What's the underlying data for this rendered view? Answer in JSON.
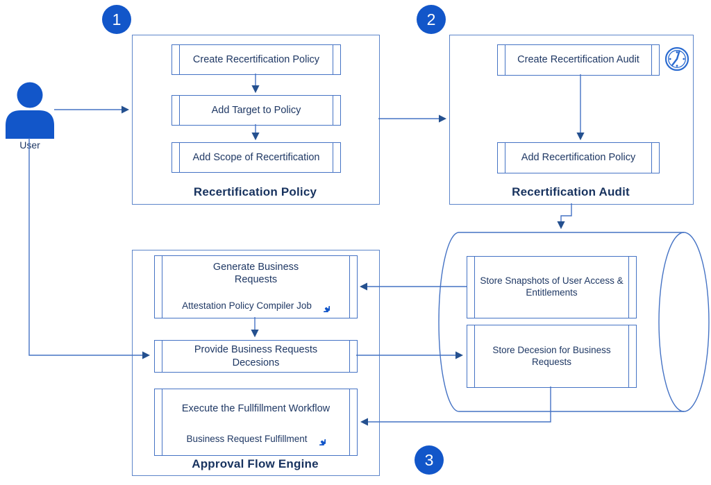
{
  "colors": {
    "accent": "#1256C9",
    "line": "#4472C4",
    "container": "#5B84C9",
    "text": "#1F3864",
    "title": "#17325E",
    "arrow": "#24508F",
    "clock": "#2B6BD0"
  },
  "steps": {
    "one": "1",
    "two": "2",
    "three": "3"
  },
  "actor": {
    "label": "User"
  },
  "policy": {
    "title": "Recertification Policy",
    "nodes": [
      "Create Recertification Policy",
      "Add Target to Policy",
      "Add Scope of Recertification"
    ]
  },
  "audit": {
    "title": "Recertification Audit",
    "nodes": [
      "Create Recertification Audit",
      "Add Recertification Policy"
    ]
  },
  "engine": {
    "title": "Approval Flow Engine",
    "generate": {
      "label": "Generate Business Requests",
      "job": "Attestation Policy Compiler Job"
    },
    "provide": {
      "label": "Provide Business Requests Decesions"
    },
    "execute": {
      "label": "Execute the Fullfillment Workflow",
      "job": "Business Request Fulfillment"
    }
  },
  "datastore": {
    "snapshots": "Store Snapshots of User Access & Entitlements",
    "decisions": "Store Decesion for Business Requests"
  }
}
